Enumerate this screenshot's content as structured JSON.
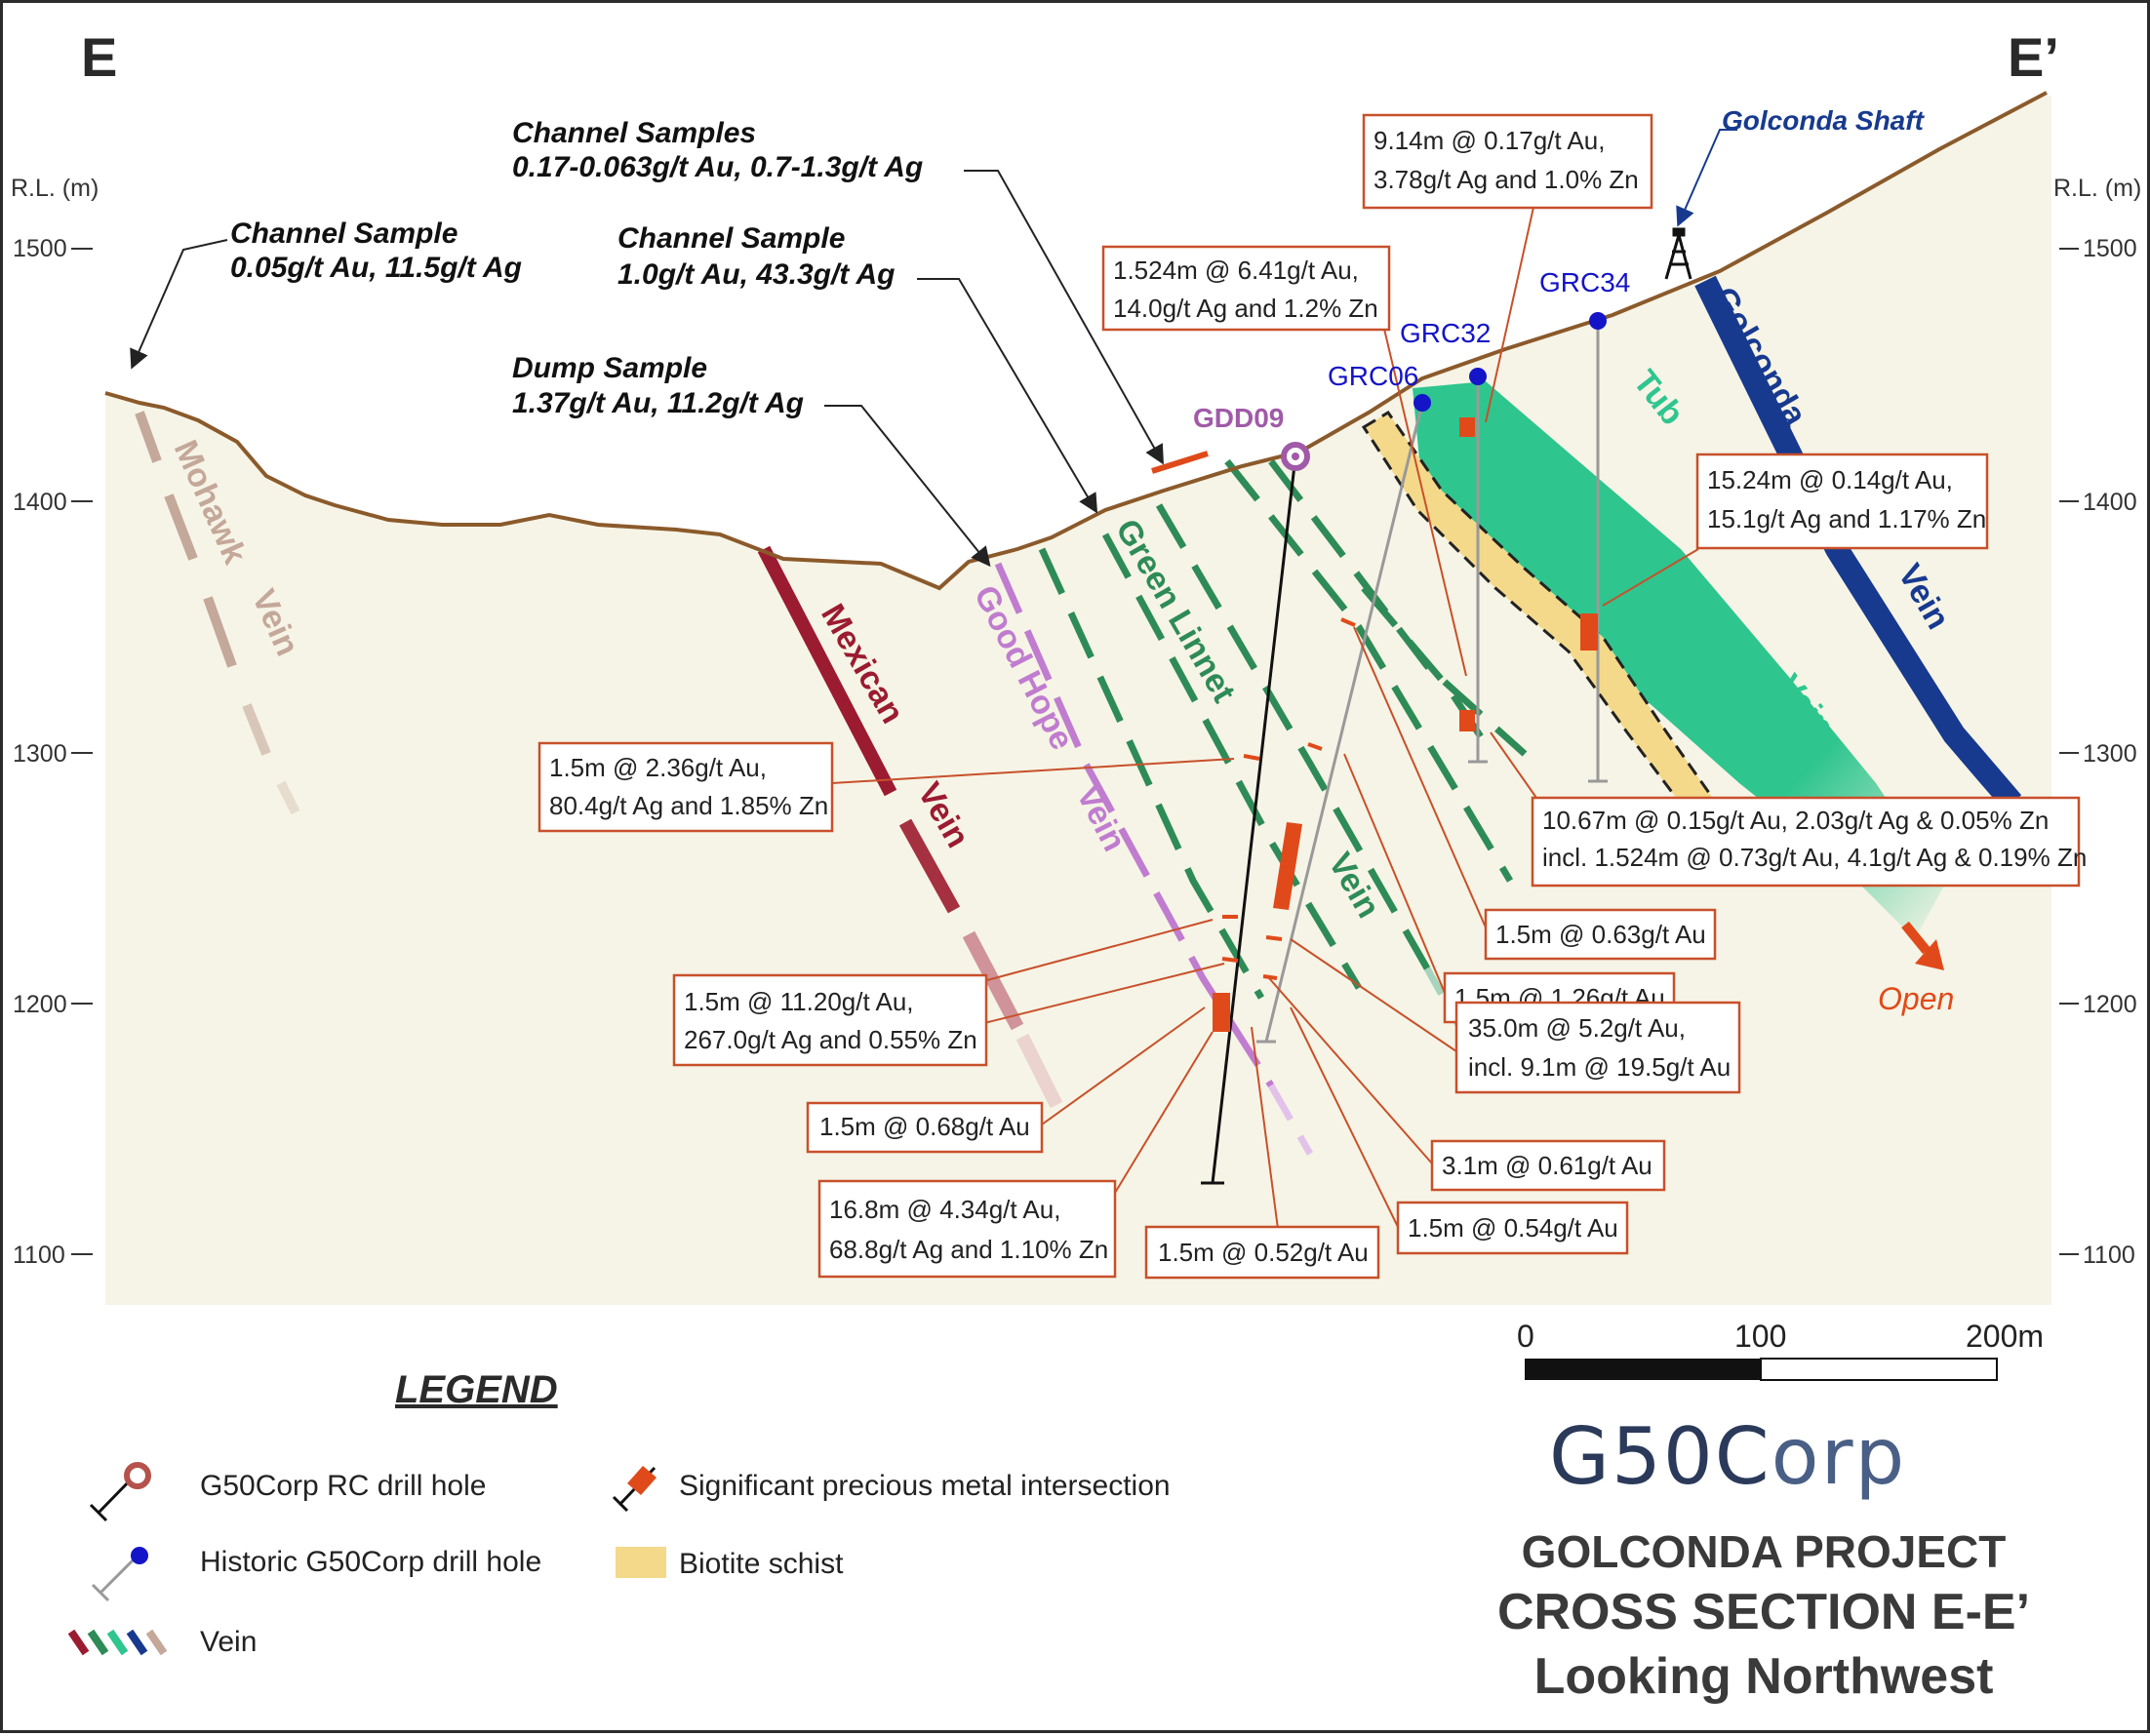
{
  "corner_labels": {
    "left": "E",
    "right": "E’"
  },
  "axis": {
    "left_title": "R.L. (m)",
    "right_title": "R.L. (m)",
    "ticks_left": [
      "1500",
      "1400",
      "1300",
      "1200",
      "1100"
    ],
    "ticks_right": [
      "1500",
      "1400",
      "1300",
      "1200",
      "1100"
    ]
  },
  "annotations": {
    "channel_samples": [
      "Channel Samples",
      "0.17-0.063g/t Au, 0.7-1.3g/t Ag"
    ],
    "channel_sample_left": [
      "Channel Sample",
      "0.05g/t Au, 11.5g/t Ag"
    ],
    "channel_sample_mid": [
      "Channel Sample",
      "1.0g/t Au, 43.3g/t Ag"
    ],
    "dump_sample": [
      "Dump Sample",
      "1.37g/t Au, 11.2g/t Ag"
    ],
    "golconda_shaft": "Golconda Shaft",
    "open": "Open"
  },
  "drill_holes": {
    "gdd09": "GDD09",
    "grc06": "GRC06",
    "grc32": "GRC32",
    "grc34": "GRC34"
  },
  "vein_labels": {
    "mohawk": "Mohawk",
    "mohawk_vein": "Vein",
    "mexican": "Mexican",
    "mexican_vein": "Vein",
    "good_hope": "Good Hope",
    "good_hope_vein": "Vein",
    "green_linnet": "Green Linnet",
    "green_linnet_vein": "Vein",
    "tub": "Tub",
    "tub_vein": "Vein",
    "golconda": "Golconda",
    "golconda_vein": "Vein"
  },
  "intersections": {
    "b1": [
      "9.14m @ 0.17g/t Au,",
      "3.78g/t Ag and 1.0% Zn"
    ],
    "b2": [
      "1.524m @ 6.41g/t Au,",
      "14.0g/t Ag and 1.2% Zn"
    ],
    "b3": [
      "15.24m @ 0.14g/t Au,",
      "15.1g/t Ag and 1.17% Zn"
    ],
    "b4": [
      "1.5m @ 2.36g/t Au,",
      "80.4g/t Ag and 1.85% Zn"
    ],
    "b5": [
      "10.67m @ 0.15g/t Au, 2.03g/t Ag & 0.05% Zn",
      "incl. 1.524m @ 0.73g/t Au, 4.1g/t Ag & 0.19% Zn"
    ],
    "b6": [
      "1.5m @ 0.63g/t Au"
    ],
    "b7": [
      "1.5m @ 1.26g/t Au"
    ],
    "b8": [
      "1.5m @ 11.20g/t Au,",
      "267.0g/t Ag and 0.55% Zn"
    ],
    "b9": [
      "35.0m @ 5.2g/t Au,",
      "incl. 9.1m @ 19.5g/t Au"
    ],
    "b10": [
      "1.5m @ 0.68g/t Au"
    ],
    "b11": [
      "3.1m @ 0.61g/t Au"
    ],
    "b12": [
      "16.8m @ 4.34g/t Au,",
      "68.8g/t Ag and 1.10% Zn"
    ],
    "b13": [
      "1.5m @ 0.52g/t Au"
    ],
    "b14": [
      "1.5m @ 0.54g/t Au"
    ]
  },
  "scale": {
    "l0": "0",
    "l100": "100",
    "l200": "200m"
  },
  "legend": {
    "title": "LEGEND",
    "rc_hole": "G50Corp RC drill hole",
    "historic_hole": "Historic G50Corp drill hole",
    "vein": "Vein",
    "intersection": "Significant precious metal intersection",
    "biotite": "Biotite schist"
  },
  "logo": {
    "part1": "G50C",
    "part2": "orp"
  },
  "title": {
    "line1": "GOLCONDA PROJECT",
    "line2": "CROSS SECTION E-E’",
    "line3": "Looking Northwest"
  },
  "colors": {
    "background": "#f6f4e6",
    "topography": "#8b5a2b",
    "mohawk": "#c4a89a",
    "mexican": "#9b1b30",
    "good_hope": "#c07ccf",
    "green_linnet": "#2e8b57",
    "tub": "#2fc58f",
    "golconda": "#173a8f",
    "biotite": "#f4d98a",
    "intersection": "#e04a1a",
    "annotation_box": "#c8502a",
    "drill_rc": "#a05aa8",
    "drill_historic": "#1414c8"
  }
}
